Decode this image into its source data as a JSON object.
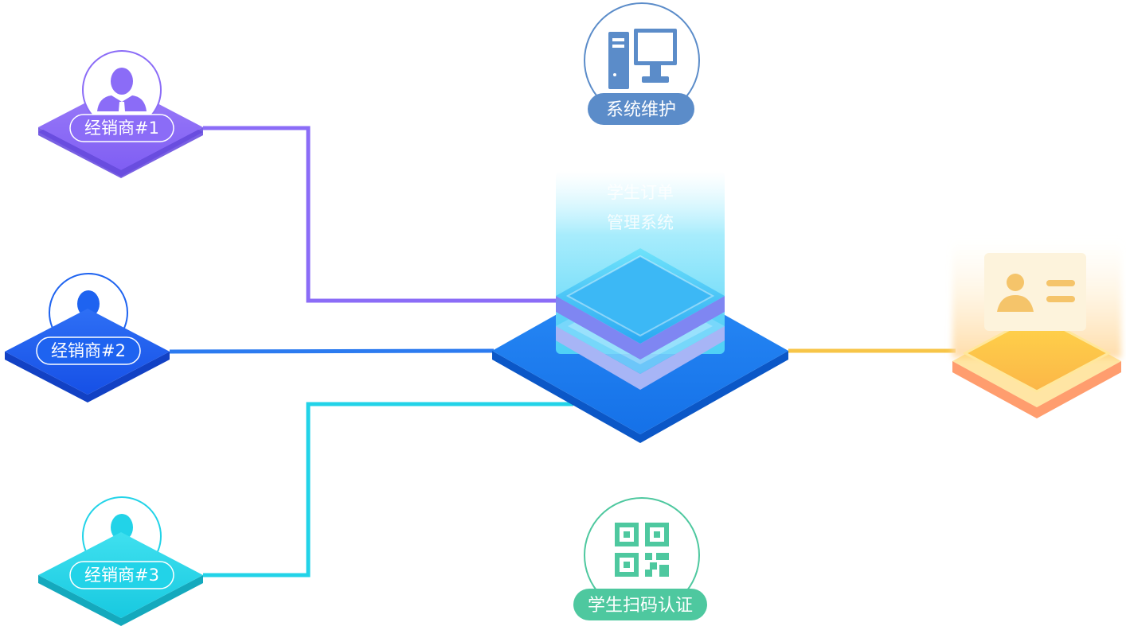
{
  "dealers": [
    {
      "label": "经销商#1",
      "color": "#8b6cf7"
    },
    {
      "label": "经销商#2",
      "color": "#1e63f0"
    },
    {
      "label": "经销商#3",
      "color": "#22d3e8"
    }
  ],
  "hub": {
    "line1": "学生订单",
    "line2": "管理系统"
  },
  "maintenance": {
    "label": "系统维护",
    "icon": "computer-icon"
  },
  "qr_auth": {
    "label": "学生扫码认证",
    "icon": "qr-code-icon"
  },
  "id_card": {
    "icon": "id-card-icon"
  },
  "colors": {
    "purple": "#8b6cf7",
    "blue": "#1e63f0",
    "cyan": "#22d3e8",
    "gold": "#f7c548",
    "steel": "#5b8cc9",
    "green": "#4ec89f"
  }
}
